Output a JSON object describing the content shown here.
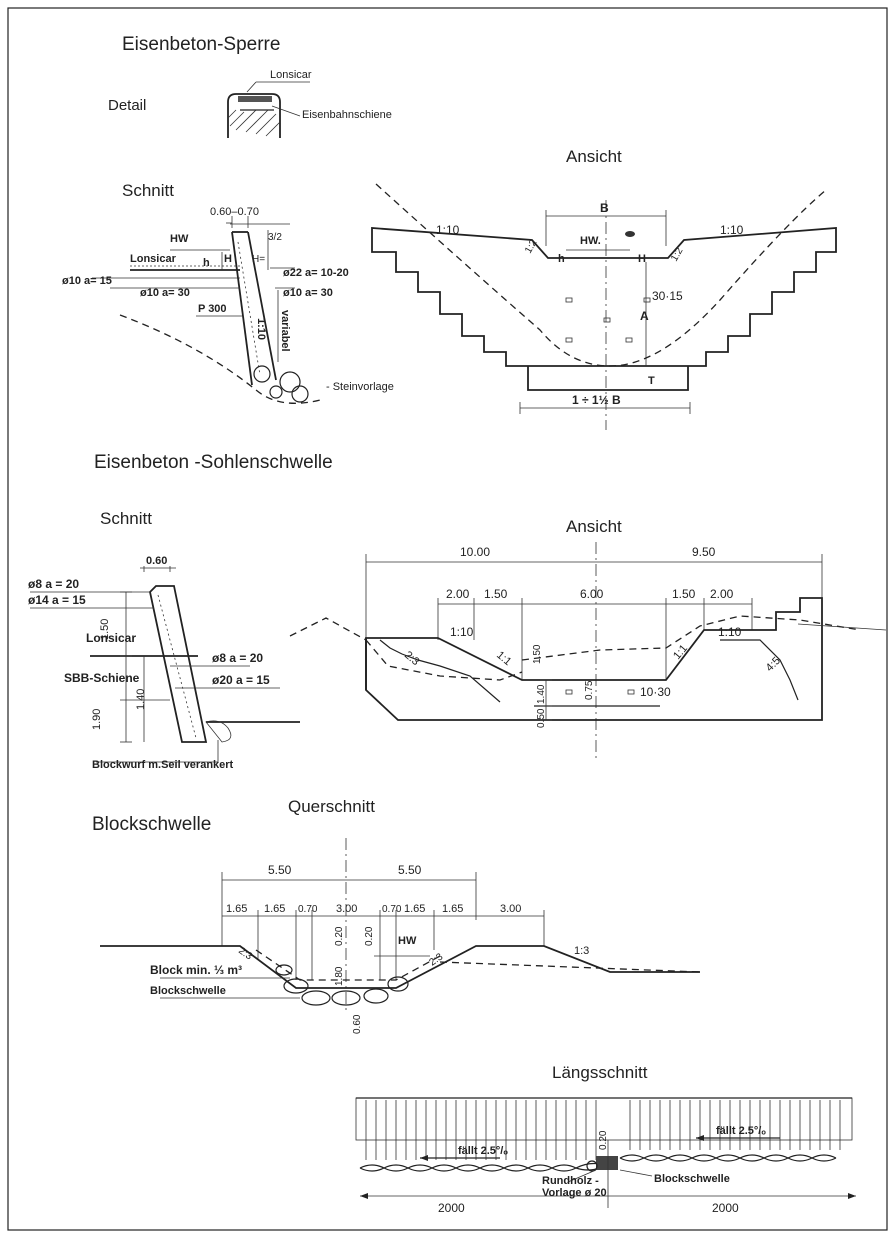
{
  "sections": {
    "sperre": {
      "title": "Eisenbeton-Sperre",
      "detail": {
        "title": "Detail",
        "label_lonsicar": "Lonsicar",
        "label_schiene": "Eisenbahnschiene"
      },
      "schnitt": {
        "title": "Schnitt",
        "dim_top": "0.60–0.70",
        "hw": "HW",
        "lonsicar": "Lonsicar",
        "h": "h",
        "H": "H",
        "H_formula": "H=",
        "frac": "3/2",
        "reb_1": "ø22 a= 10-20",
        "reb_2": "ø10 a= 15",
        "reb_3": "ø10  a= 30",
        "reb_4": "ø10  a= 30",
        "p300": "P 300",
        "slope": "1:10",
        "variabel": "variabel",
        "steinvorlage": "- Steinvorlage"
      },
      "ansicht": {
        "title": "Ansicht",
        "B": "B",
        "slope_left": "1:10",
        "slope_right": "1:10",
        "hw": "HW.",
        "h": "h",
        "H": "H",
        "side_left": "1:2",
        "side_right": "1:2",
        "spacing": "30·15",
        "A": "A",
        "T": "T",
        "base_width": "1 ÷ 1½ B"
      }
    },
    "sohlenschwelle": {
      "title": "Eisenbeton -Sohlenschwelle",
      "schnitt": {
        "title": "Schnitt",
        "dim_top": "0.60",
        "reb_1": "ø8  a = 20",
        "reb_2": "ø14  a = 15",
        "lonsicar": "Lonsicar",
        "sbb": "SBB-Schiene",
        "reb_3": "ø8  a = 20",
        "reb_4": "ø20  a = 15",
        "d1": "1.50",
        "d2": "1.40",
        "d3": "1.90",
        "blockwurf": "Blockwurf m.Seil verankert"
      },
      "ansicht": {
        "title": "Ansicht",
        "left_total": "10.00",
        "right_total": "9.50",
        "dims_top": [
          "2.00",
          "1.50",
          "6.00",
          "1.50",
          "2.00"
        ],
        "slope_left": "1:10",
        "slope_right": "1:10",
        "side_left": "1:1",
        "side_right": "1:1",
        "outer_left": "2:3",
        "outer_right": "4:5",
        "v1": "1.50",
        "v2": "1.40",
        "v3": "0.50",
        "v4": "0.75",
        "holes": "10·30"
      }
    },
    "blockschwelle": {
      "title": "Blockschwelle",
      "querschnitt": {
        "title": "Querschnitt",
        "total_left": "5.50",
        "total_right": "5.50",
        "dims": [
          "1.65",
          "1.65",
          "0.70",
          "3.00",
          "0.70",
          "1.65",
          "1.65",
          "3.00"
        ],
        "v1": "0.20",
        "v2": "1.80",
        "v3": "0.20",
        "v4": "0.60",
        "hw": "HW",
        "slope_l": "2:3",
        "slope_r": "2:3",
        "slope_far": "1:3",
        "block": "Block min. ⅓ m³",
        "blockschwelle": "Blockschwelle"
      },
      "laengsschnitt": {
        "title": "Längsschnitt",
        "faellt_left": "fällt 2.5°/ₒ",
        "faellt_right": "fällt 2.5°/ₒ",
        "dim_v": "0.20",
        "rundholz_1": "Rundholz -",
        "rundholz_2": "Vorlage ø 20",
        "blockschwelle": "Blockschwelle",
        "len_left": "2000",
        "len_right": "2000"
      }
    }
  }
}
